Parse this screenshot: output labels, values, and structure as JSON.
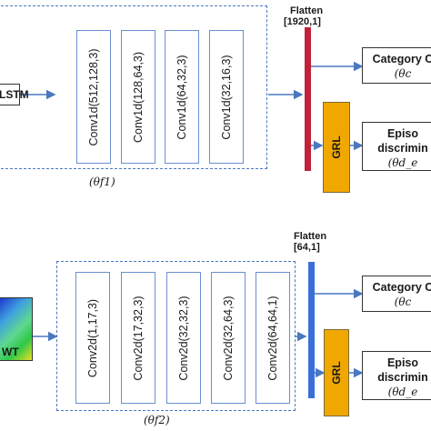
{
  "top": {
    "input_label": "LSTM",
    "convs": [
      "Conv1d(512,128,3)",
      "Conv1d(128,64,3)",
      "Conv1d(64,32,3)",
      "Conv1d(32,16,3)"
    ],
    "theta": "(θf1)",
    "flatten_title": "Flatten",
    "flatten_size": "[1920,1]",
    "grl": "GRL",
    "out1_title": "Category C",
    "out1_sub": "(θc",
    "out2_title_line1": "Episo",
    "out2_title_line2": "discrimin",
    "out2_sub": "(θd_e",
    "colors": {
      "flatten_bar": "#c0223a",
      "grl": "#f0a800",
      "border": "#6b8fd0"
    }
  },
  "bottom": {
    "input_label": "WT",
    "convs": [
      "Conv2d(1,17,3)",
      "Conv2d(17,32,3)",
      "Conv2d(32,32,3)",
      "Conv2d(32,64,3)",
      "Conv2d(64,64,1)"
    ],
    "theta": "(θf2)",
    "flatten_title": "Flatten",
    "flatten_size": "[64,1]",
    "grl": "GRL",
    "out1_title": "Category C",
    "out1_sub": "(θc",
    "out2_title_line1": "Episo",
    "out2_title_line2": "discrimin",
    "out2_sub": "(θd_e",
    "colors": {
      "flatten_bar": "#3a6fd8",
      "grl": "#f0a800",
      "border": "#6b8fd0"
    }
  }
}
